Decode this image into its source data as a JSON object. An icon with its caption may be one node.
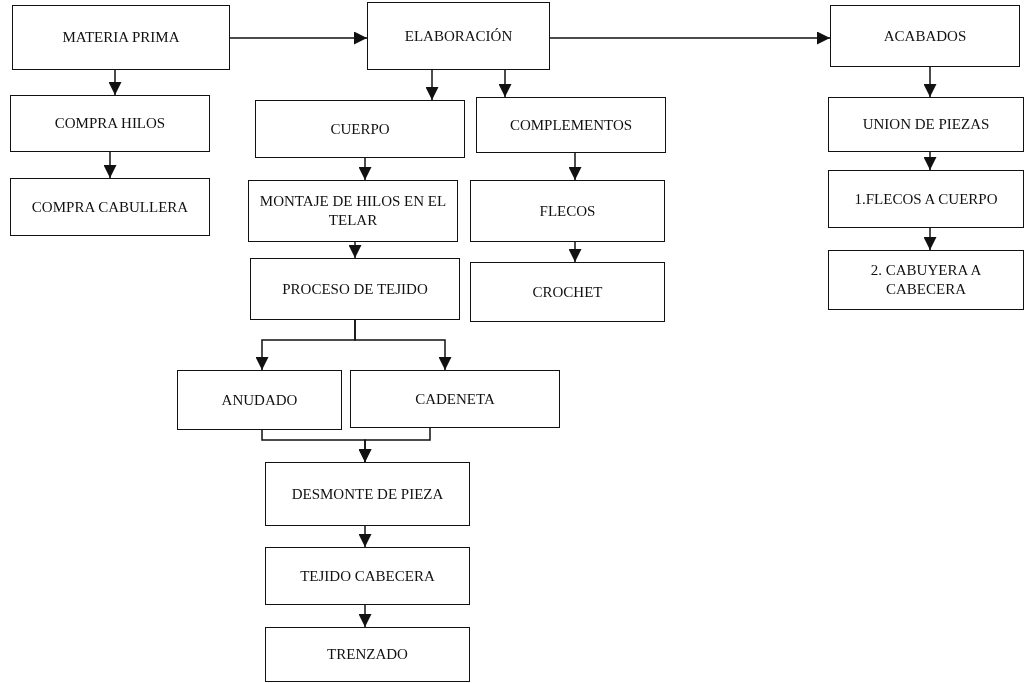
{
  "diagram": {
    "nodes": [
      {
        "text": [
          "MATERIA PRIMA"
        ]
      },
      {
        "text": [
          "ELABORACIÓN"
        ]
      },
      {
        "text": [
          "ACABADOS"
        ]
      },
      {
        "text": [
          "COMPRA HILOS"
        ]
      },
      {
        "text": [
          "COMPRA CABULLERA"
        ]
      },
      {
        "text": [
          "CUERPO"
        ]
      },
      {
        "text": [
          "COMPLEMENTOS"
        ]
      },
      {
        "text": [
          "MONTAJE DE HILOS EN EL TELAR"
        ]
      },
      {
        "text": [
          "FLECOS"
        ]
      },
      {
        "text": [
          "PROCESO DE TEJIDO"
        ]
      },
      {
        "text": [
          "CROCHET"
        ]
      },
      {
        "text": [
          "ANUDADO"
        ]
      },
      {
        "text": [
          "CADENETA"
        ]
      },
      {
        "text": [
          "DESMONTE DE PIEZA"
        ]
      },
      {
        "text": [
          "TEJIDO CABECERA"
        ]
      },
      {
        "text": [
          "TRENZADO"
        ]
      },
      {
        "text": [
          "UNION DE PIEZAS"
        ]
      },
      {
        "text": [
          "1.FLECOS A CUERPO"
        ]
      },
      {
        "text": [
          "2. CABUYERA A CABECERA"
        ]
      }
    ],
    "edges": [
      {
        "from": 0,
        "to": 1,
        "arrow": "to"
      },
      {
        "from": 1,
        "to": 2,
        "arrow": "to"
      },
      {
        "from": 0,
        "to": 3,
        "arrow": "to"
      },
      {
        "from": 3,
        "to": 4,
        "arrow": "to"
      },
      {
        "from": 1,
        "to": 5,
        "arrow": "to"
      },
      {
        "from": 1,
        "to": 6,
        "arrow": "to"
      },
      {
        "from": 5,
        "to": 7,
        "arrow": "to"
      },
      {
        "from": 7,
        "to": 9,
        "arrow": "to"
      },
      {
        "from": 6,
        "to": 8,
        "arrow": "to"
      },
      {
        "from": 8,
        "to": 10,
        "arrow": "to"
      },
      {
        "from": 9,
        "to": 11,
        "arrow": "to"
      },
      {
        "from": 9,
        "to": 12,
        "arrow": "to"
      },
      {
        "from": 11,
        "to": 13,
        "arrow": "to"
      },
      {
        "from": 12,
        "to": 13,
        "arrow": "to"
      },
      {
        "from": 13,
        "to": 14,
        "arrow": "to"
      },
      {
        "from": 14,
        "to": 15,
        "arrow": "to"
      },
      {
        "from": 2,
        "to": 16,
        "arrow": "to"
      },
      {
        "from": 16,
        "to": 17,
        "arrow": "to"
      },
      {
        "from": 17,
        "to": 18,
        "arrow": "to"
      }
    ]
  }
}
